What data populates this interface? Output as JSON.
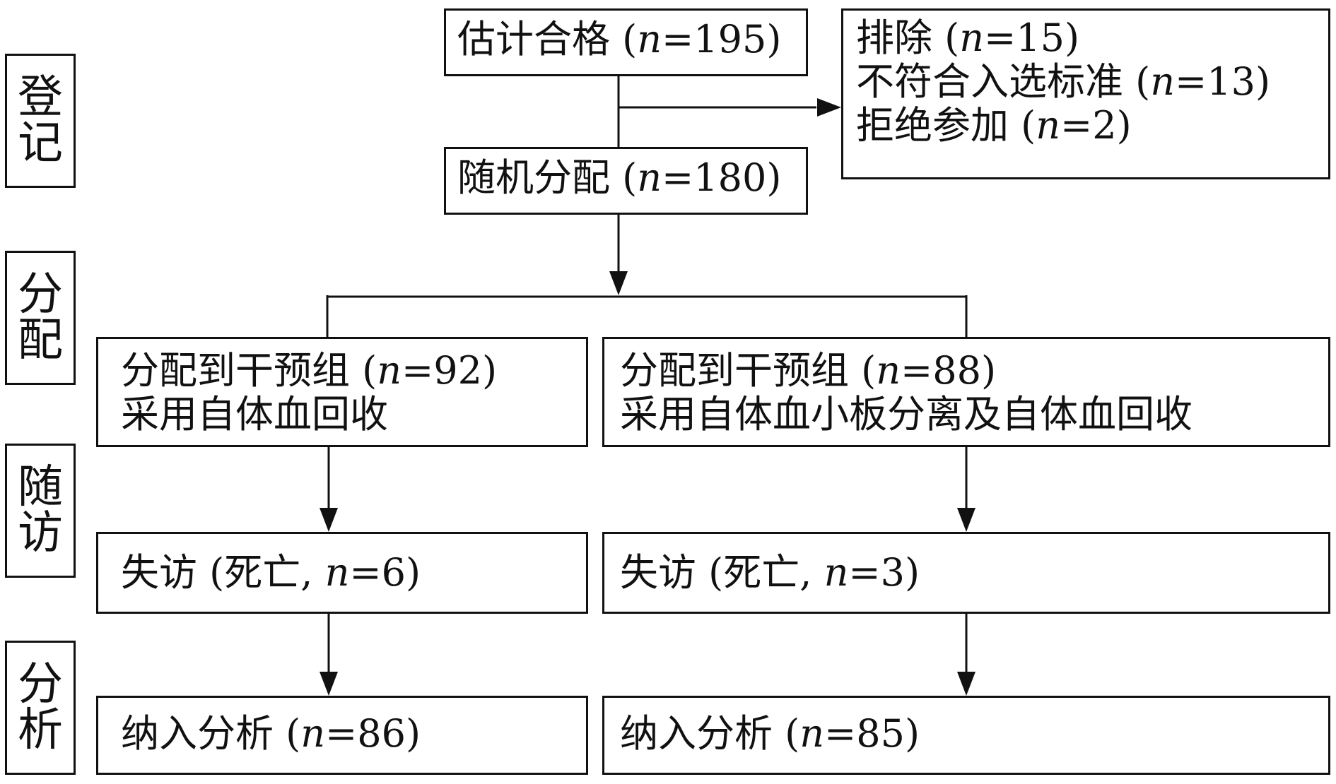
{
  "stages": [
    {
      "id": "enrollment",
      "chars": [
        "登",
        "记"
      ]
    },
    {
      "id": "allocation",
      "chars": [
        "分",
        "配"
      ]
    },
    {
      "id": "follow-up",
      "chars": [
        "随",
        "访"
      ]
    },
    {
      "id": "analysis",
      "chars": [
        "分",
        "析"
      ]
    }
  ],
  "boxes": {
    "eligible": {
      "label": "估计合格 (",
      "n": "n",
      "value": "=195)"
    },
    "excluded": {
      "line1": {
        "label": "排除 (",
        "n": "n",
        "value": "=15)"
      },
      "line2": {
        "label": "不符合入选标准 (",
        "n": "n",
        "value": "=13)"
      },
      "line3": {
        "label": "拒绝参加 (",
        "n": "n",
        "value": "=2)"
      }
    },
    "randomized": {
      "label": "随机分配 (",
      "n": "n",
      "value": "=180)"
    },
    "alloc_left": {
      "line1": {
        "label": "分配到干预组 (",
        "n": "n",
        "value": "=92)"
      },
      "line2": "采用自体血回收"
    },
    "alloc_right": {
      "line1": {
        "label": "分配到干预组 (",
        "n": "n",
        "value": "=88)"
      },
      "line2": "采用自体血小板分离及自体血回收"
    },
    "lost_left": {
      "label": "失访 (死亡, ",
      "n": "n",
      "value": "=6)"
    },
    "lost_right": {
      "label": "失访 (死亡, ",
      "n": "n",
      "value": "=3)"
    },
    "analyzed_left": {
      "label": "纳入分析 (",
      "n": "n",
      "value": "=86)"
    },
    "analyzed_right": {
      "label": "纳入分析 (",
      "n": "n",
      "value": "=85)"
    }
  }
}
